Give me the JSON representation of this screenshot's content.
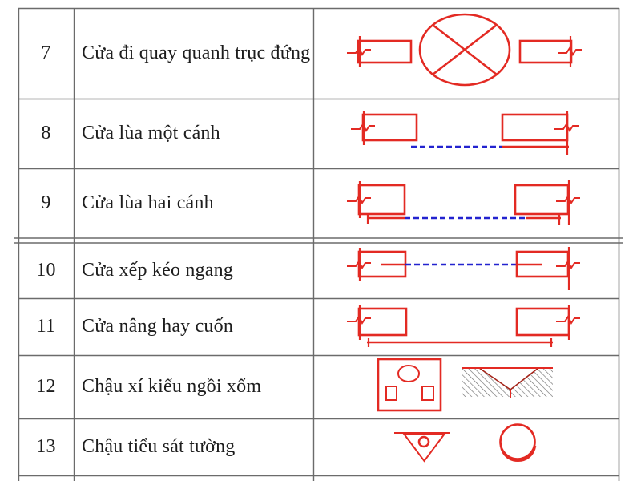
{
  "table": {
    "rows": [
      {
        "number": "7",
        "label": "Cửa đi quay quanh trục đứng",
        "symbol": "door-pivot-vertical-axis"
      },
      {
        "number": "8",
        "label": "Cửa lùa một cánh",
        "symbol": "sliding-door-single-leaf"
      },
      {
        "number": "9",
        "label": "Cửa lùa hai cánh",
        "symbol": "sliding-door-double-leaf"
      },
      {
        "number": "10",
        "label": "Cửa xếp kéo ngang",
        "symbol": "folding-door-horizontal"
      },
      {
        "number": "11",
        "label": "Cửa nâng hay cuốn",
        "symbol": "lifting-or-rolling-door"
      },
      {
        "number": "12",
        "label": "Chậu xí kiểu ngồi xổm",
        "symbol": "squat-toilet-plan-and-section"
      },
      {
        "number": "13",
        "label": "Chậu tiểu sát tường",
        "symbol": "wall-mounted-urinal"
      }
    ]
  },
  "colors": {
    "symbol_red": "#e32a23",
    "track_blue": "#2323cf",
    "grid_line": "#6b6b6b",
    "text": "#1d1d1d",
    "hatch": "#6e6e6e",
    "hatch_v_red": "#a42318"
  }
}
